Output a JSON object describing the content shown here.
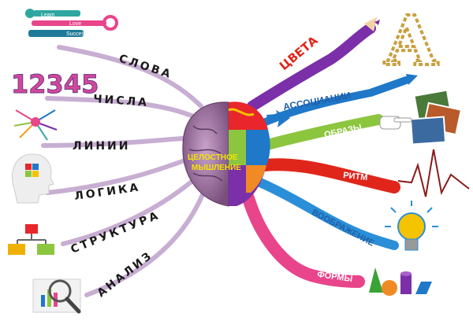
{
  "diagram": {
    "center": {
      "line1": "ЦЕЛОСТНОЕ",
      "line2": "МЫШЛЕНИЕ"
    },
    "left_branches": [
      {
        "label": "СЛОВА"
      },
      {
        "label": "ЧИСЛА"
      },
      {
        "label": "ЛИНИИ"
      },
      {
        "label": "ЛОГИКА"
      },
      {
        "label": "СТРУКТУРА"
      },
      {
        "label": "АНАЛИЗ"
      }
    ],
    "right_branches": [
      {
        "label": "ЦВЕТА",
        "color": "#7b2fa8"
      },
      {
        "label": "АССОЦИАЦИИ",
        "color": "#1f78c8"
      },
      {
        "label": "ОБРАЗЫ",
        "color": "#8cc63f"
      },
      {
        "label": "РИТМ",
        "color": "#e0261b"
      },
      {
        "label": "ВООБРАЖЕНИЕ",
        "color": "#2a8fd8"
      },
      {
        "label": "ФОРМЫ",
        "color": "#e8458b"
      }
    ],
    "key_text": {
      "line1": "Leam",
      "line2": "Love",
      "line3": "Success"
    },
    "numbers_text": "12345",
    "letter_art": "A"
  }
}
